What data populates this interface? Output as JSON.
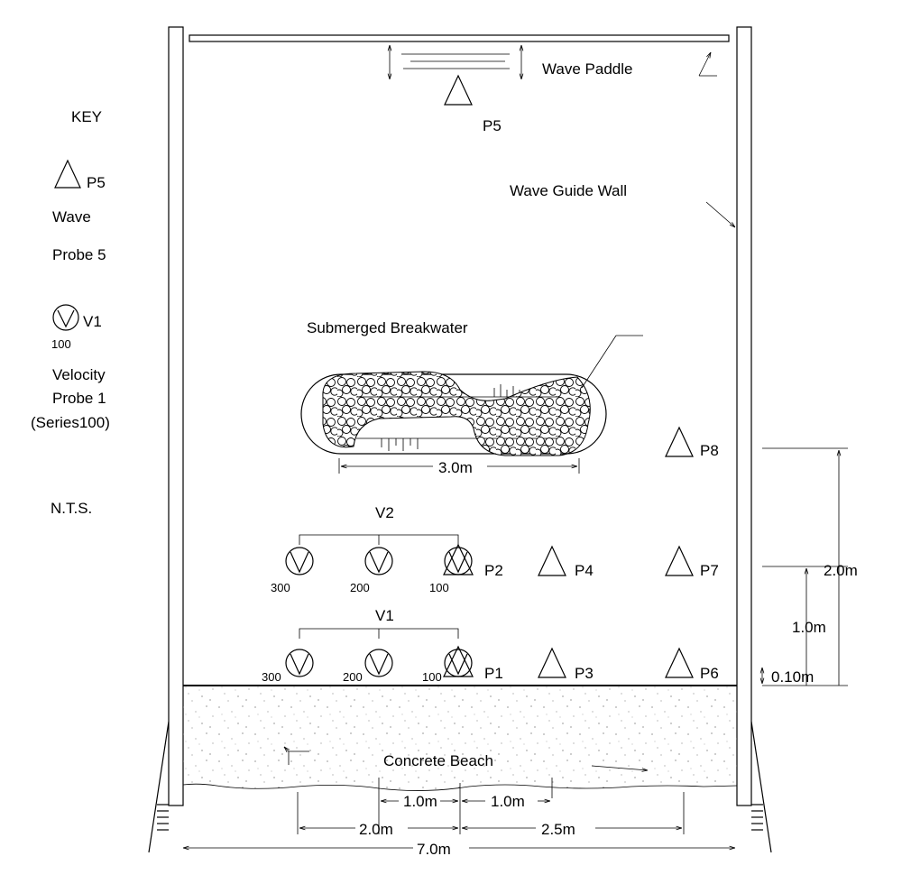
{
  "key": {
    "title": "KEY",
    "wave_probe_label": "P5",
    "wave_probe_desc": [
      "Wave",
      "Probe 5"
    ],
    "velocity_probe_label": "V1",
    "velocity_probe_series": "100",
    "velocity_probe_desc": [
      "Velocity",
      "Probe 1",
      "(Series100)"
    ],
    "scale_note": "N.T.S."
  },
  "labels": {
    "wave_paddle": "Wave Paddle",
    "paddle_probe": "P5",
    "wave_guide_wall": "Wave Guide Wall",
    "submerged_breakwater": "Submerged Breakwater",
    "breakwater_length": "3.0m",
    "concrete_beach": "Concrete Beach"
  },
  "probe_groups": [
    {
      "name": "V2",
      "series": [
        "300",
        "200",
        "100"
      ]
    },
    {
      "name": "V1",
      "series": [
        "300",
        "200",
        "100"
      ]
    }
  ],
  "wave_probes": [
    "P1",
    "P2",
    "P3",
    "P4",
    "P6",
    "P7",
    "P8"
  ],
  "dimensions": {
    "right": [
      "2.0m",
      "1.0m",
      "0.10m"
    ],
    "bottom_inner_left": "1.0m",
    "bottom_inner_right": "1.0m",
    "bottom_left": "2.0m",
    "bottom_right": "2.5m",
    "total_width": "7.0m"
  }
}
